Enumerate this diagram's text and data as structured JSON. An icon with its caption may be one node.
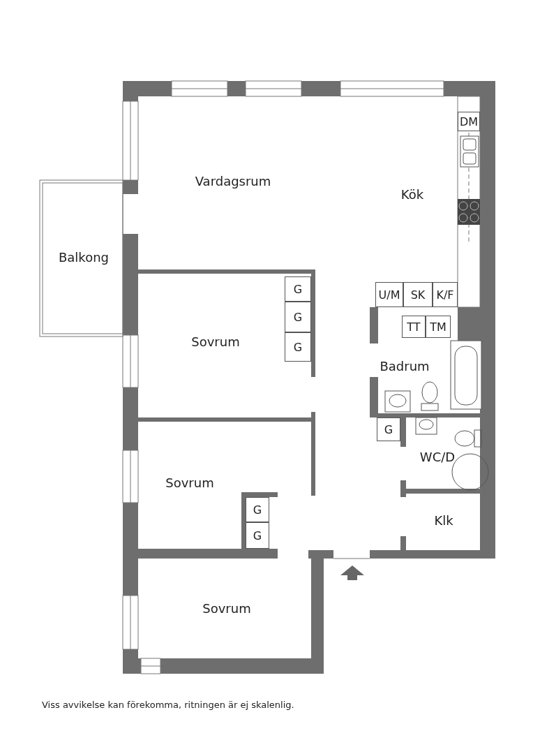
{
  "diagram": {
    "caption": "Viss avvikelse kan förekomma, ritningen är ej skalenlig.",
    "nodes": [
      {
        "text": [
          "DM"
        ]
      },
      {
        "text": [
          "Vardagsrum"
        ]
      },
      {
        "text": [
          "Kök"
        ]
      },
      {
        "text": [
          "Balkong"
        ]
      },
      {
        "text": [
          "G"
        ]
      },
      {
        "text": [
          "U/M"
        ]
      },
      {
        "text": [
          "SK"
        ]
      },
      {
        "text": [
          "K/F"
        ]
      },
      {
        "text": [
          "G"
        ]
      },
      {
        "text": [
          "TT"
        ]
      },
      {
        "text": [
          "TM"
        ]
      },
      {
        "text": [
          "Sovrum"
        ]
      },
      {
        "text": [
          "G"
        ]
      },
      {
        "text": [
          "Badrum"
        ]
      },
      {
        "text": [
          "G"
        ]
      },
      {
        "text": [
          "WC/D"
        ]
      },
      {
        "text": [
          "Sovrum"
        ]
      },
      {
        "text": [
          "G"
        ]
      },
      {
        "text": [
          "Klk"
        ]
      },
      {
        "text": [
          "G"
        ]
      },
      {
        "text": [
          "Sovrum"
        ]
      }
    ]
  }
}
